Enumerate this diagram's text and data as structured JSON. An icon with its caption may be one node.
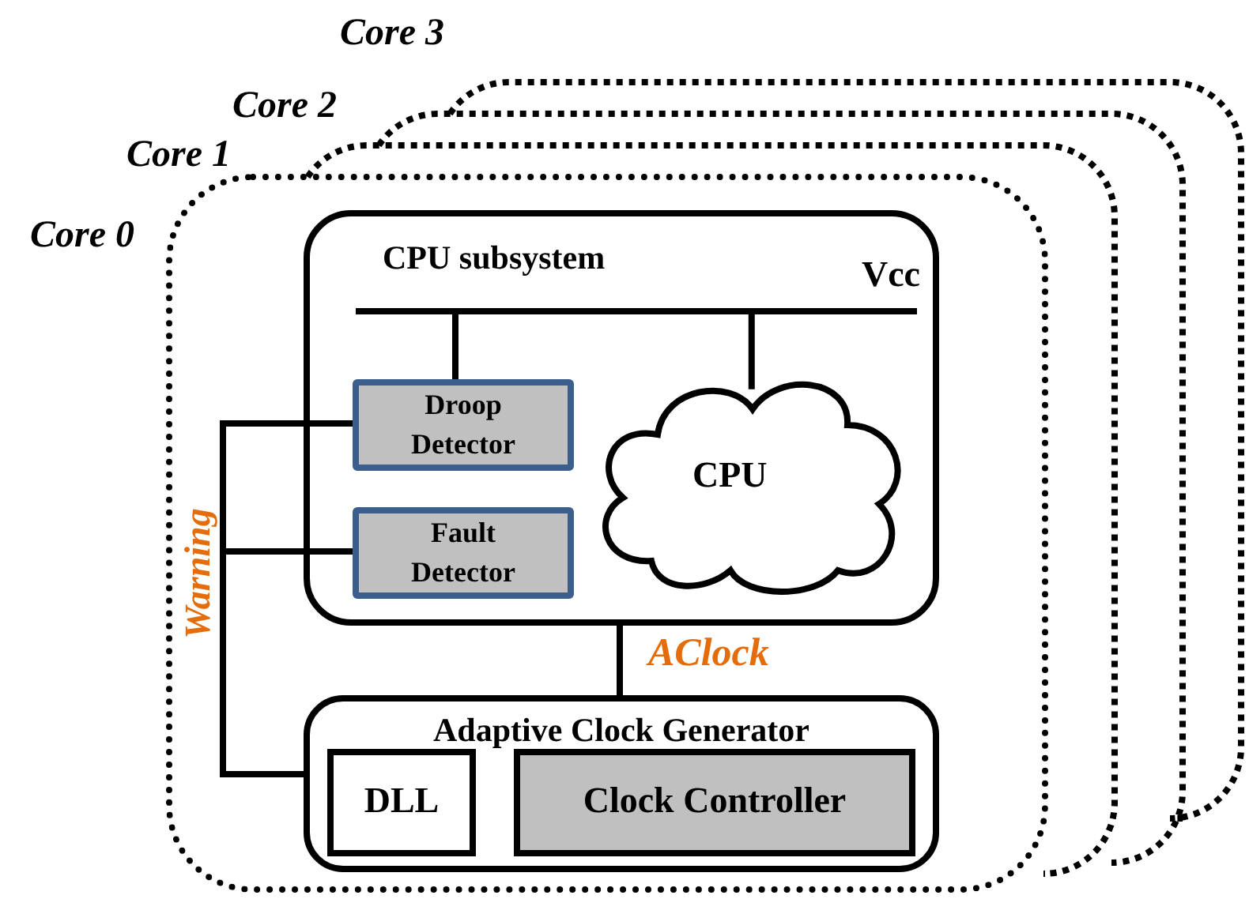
{
  "diagram": {
    "nodes": [
      {
        "text": [
          "Core 0"
        ]
      },
      {
        "text": [
          "CPU subsystem",
          "Vcc"
        ],
        "in": 0
      },
      {
        "text": [
          "Droop Detector"
        ],
        "in": 1
      },
      {
        "text": [
          "Fault Detector"
        ],
        "in": 1
      },
      {
        "text": [
          "CPU"
        ],
        "in": 1
      },
      {
        "text": [
          "Adaptive Clock Generator"
        ],
        "in": 0
      },
      {
        "text": [
          "DLL"
        ],
        "in": 5
      },
      {
        "text": [
          "Clock Controller"
        ],
        "in": 5
      }
    ],
    "edges": [
      {
        "from": 2,
        "to": 5,
        "arrow": "none",
        "label": "Warning"
      },
      {
        "from": 3,
        "to": 5,
        "arrow": "none"
      },
      {
        "from": 1,
        "to": 5,
        "arrow": "none",
        "label": "AClock"
      },
      {
        "from": 2,
        "to": 4,
        "arrow": "none"
      }
    ],
    "labels": [
      "Core 3",
      "Core 2",
      "Core 1"
    ]
  }
}
